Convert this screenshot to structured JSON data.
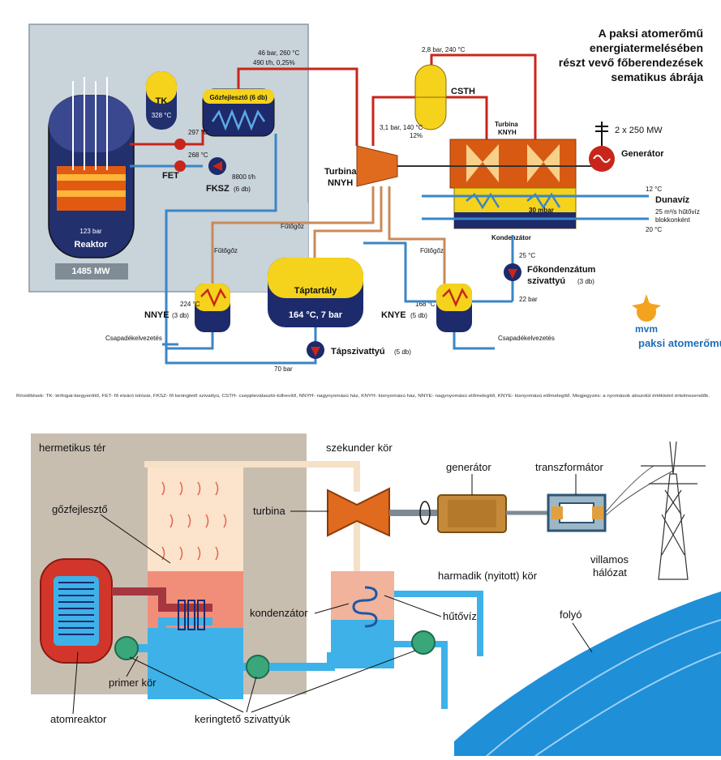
{
  "top": {
    "title": [
      "A paksi atomerőmű",
      "energiatermelésében",
      "részt vevő főberendezések",
      "sematikus ábrája"
    ],
    "reactor": {
      "label": "Reaktor",
      "pressure": "123 bar",
      "power": "1485 MW"
    },
    "tk": {
      "label": "TK",
      "temp": "328 °C"
    },
    "fet": {
      "label": "FET",
      "temp1": "297 °C",
      "temp2": "268 °C"
    },
    "fksz": {
      "label": "FKSZ",
      "count": "(6 db)",
      "flow": "8800 t/h"
    },
    "steam_gen": {
      "label": "Gőzfejlesztő (6 db)",
      "params1": "46 bar, 260 °C",
      "params2": "490 t/h, 0,25%"
    },
    "csth": {
      "label": "CSTH",
      "params_top": "2,8 bar, 240 °C",
      "params_bottom1": "3,1 bar, 140 °C",
      "params_bottom2": "12%"
    },
    "turbine_nnyh": {
      "label1": "Turbina",
      "label2": "NNYH"
    },
    "turbine_knyh": {
      "label1": "Turbina",
      "label2": "KNYH"
    },
    "generator": {
      "label": "Generátor",
      "power": "2 x 250 MW"
    },
    "condenser": {
      "label": "Kondenzátor",
      "pressure": "30 mbar"
    },
    "danube": {
      "label": "Dunavíz",
      "temp_in": "12 °C",
      "temp_out": "20 °C",
      "flow1": "25 m³/s hűtővíz",
      "flow2": "blokkonként"
    },
    "main_pump": {
      "label1": "Főkondenzátum",
      "label2": "szivattyú",
      "count": "(3 db)",
      "temp": "25 °C",
      "pressure": "22 bar"
    },
    "heating_steam": "Fűtőgőz",
    "feed_tank": {
      "label": "Táptartály",
      "params": "164 °C, 7 bar"
    },
    "feed_pump": {
      "label": "Tápszivattyú",
      "count": "(5 db)",
      "pressure": "70 bar"
    },
    "nnye": {
      "label": "NNYE",
      "count": "(3 db)",
      "temp": "224 °C"
    },
    "knye": {
      "label": "KNYE",
      "count": "(5 db)",
      "temp": "168 °C"
    },
    "condensate_out": "Csapadékelvezetés",
    "logo": {
      "mark": "mvm",
      "name": "paksi atomerőmű"
    },
    "footnote": "Rövidítések: TK- térfogat-kiegyenlítő, FET- fő elzáró tolózár, FKSZ- fő keringtető szivattyú, CSTH- cseppleválasztó-túlhevítő, NNYH- nagynyomású ház, KNYH- kisnyomású ház, NNYE- nagynyomású előmelegítő, KNYE- kisnyomású előmelegítő. Megjegyzés: a nyomások abszolút értékként értelmezendők."
  },
  "bottom": {
    "hermetic": "hermetikus tér",
    "steam_gen": "gőzfejlesztő",
    "turbine": "turbina",
    "secondary": "szekunder kör",
    "generator": "generátor",
    "transformer": "transzformátor",
    "grid1": "villamos",
    "grid2": "hálózat",
    "tertiary": "harmadik (nyitott) kör",
    "condenser": "kondenzátor",
    "cooling": "hűtővíz",
    "river": "folyó",
    "primary": "primer kör",
    "reactor": "atomreaktor",
    "pumps": "keringtető szivattyúk"
  },
  "colors": {
    "hot": "#c8261a",
    "cold": "#3a86c6",
    "yellow": "#f5d21c",
    "navy": "#1d2a6b",
    "turbine": "#e06a1e",
    "steam_line": "#c98a5a",
    "river": "#1f8fd8"
  }
}
